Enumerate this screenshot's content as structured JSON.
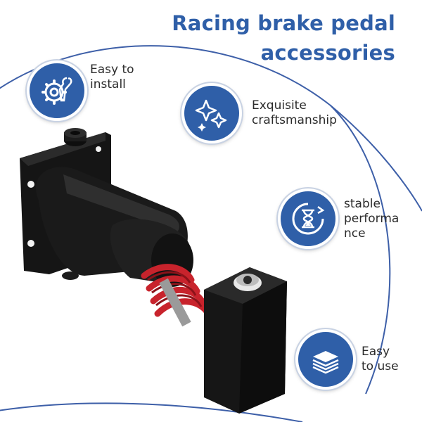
{
  "title": {
    "line1": "Racing brake pedal",
    "line2": "accessories"
  },
  "features": [
    {
      "icon": "gear-wrench-icon",
      "line1": "Easy to",
      "line2": "install"
    },
    {
      "icon": "sparkle-icon",
      "line1": "Exquisite",
      "line2": "craftsmanship"
    },
    {
      "icon": "hourglass-cycle-icon",
      "line1": "stable",
      "line2": "performa",
      "line3": "nce"
    },
    {
      "icon": "stack-layers-icon",
      "line1": "Easy",
      "line2": "to use"
    }
  ],
  "colors": {
    "brand_blue": "#2f5fa8",
    "ring_blue": "#3d5fa8",
    "spring_red": "#c8232c",
    "part_black": "#141414"
  }
}
